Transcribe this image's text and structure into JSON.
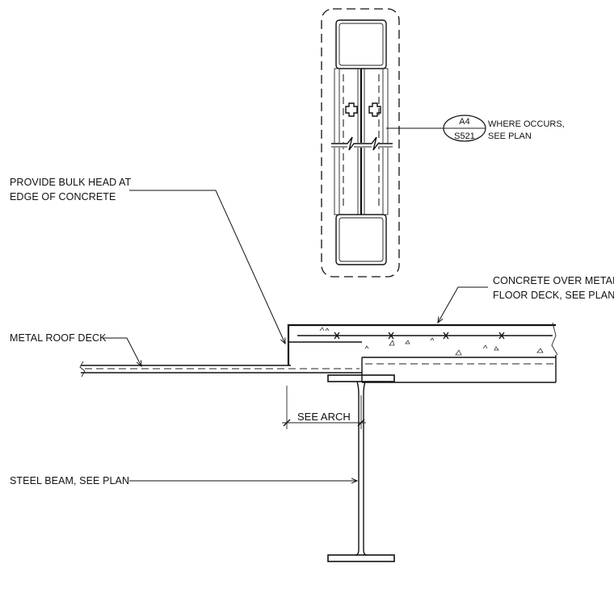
{
  "notes": {
    "bulkhead_line1": "PROVIDE BULK HEAD AT",
    "bulkhead_line2": "EDGE OF CONCRETE",
    "roof_deck": "METAL ROOF DECK",
    "concrete_line1": "CONCRETE OVER METAL",
    "concrete_line2": "FLOOR DECK, SEE PLAN",
    "steel_beam": "STEEL BEAM, SEE PLAN",
    "where_line1": "WHERE OCCURS,",
    "where_line2": "SEE PLAN",
    "dimension": "SEE ARCH"
  },
  "detail_tag": {
    "detail": "A4",
    "sheet": "S521"
  }
}
